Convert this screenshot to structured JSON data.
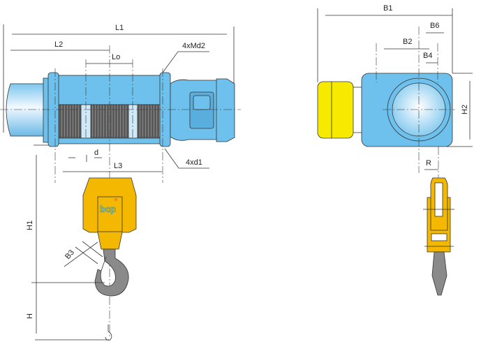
{
  "front_view": {
    "labels": {
      "L1": "L1",
      "L2": "L2",
      "Lo": "Lo",
      "Md2": "4xMd2",
      "d": "d",
      "L3": "L3",
      "d1": "4xd1",
      "H1": "H1",
      "B3": "B3",
      "H": "H"
    },
    "logo_text": "bcp"
  },
  "side_view": {
    "labels": {
      "B1": "B1",
      "B6": "B6",
      "B2": "B2",
      "B4": "B4",
      "H2": "H2",
      "R": "R"
    }
  },
  "colors": {
    "body": "#6ec1ec",
    "motor_yellow": "#f5ea00",
    "hook_block": "#f5b800",
    "hook": "#8a8a8a",
    "rope": "#555555"
  }
}
